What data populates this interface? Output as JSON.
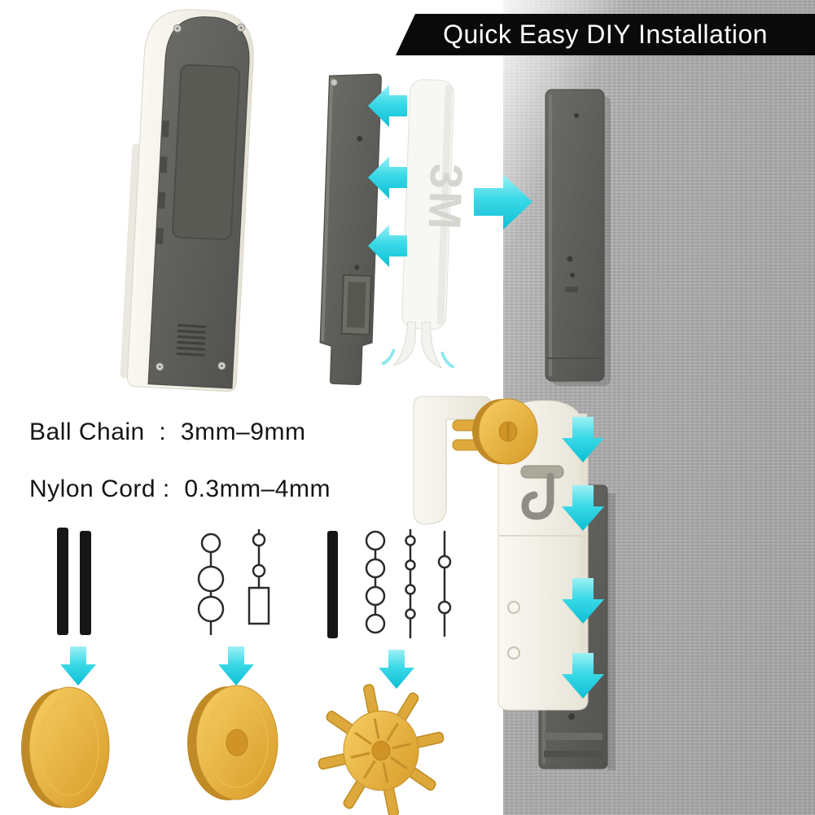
{
  "banner": {
    "title": "Quick Easy DIY Installation"
  },
  "adhesive": {
    "brand": "3M"
  },
  "specs": {
    "ball_chain": "Ball Chain  :  3mm–9mm",
    "nylon_cord": "Nylon Cord :  0.3mm–4mm"
  },
  "colors": {
    "accent_cyan": "#2BD6E4",
    "wheel_gold": "#E4B04A",
    "device_cream": "#F2F0E8",
    "panel_gray": "#5E5E5A",
    "wall_gray": "#ABABAB",
    "banner_bg": "#0A0A0A",
    "banner_text": "#FFFFFF"
  },
  "icons": {
    "left_arrow": "cyan solid arrow pointing left",
    "right_arrow": "cyan solid arrow pointing right",
    "down_arrow": "cyan solid arrow pointing down"
  }
}
